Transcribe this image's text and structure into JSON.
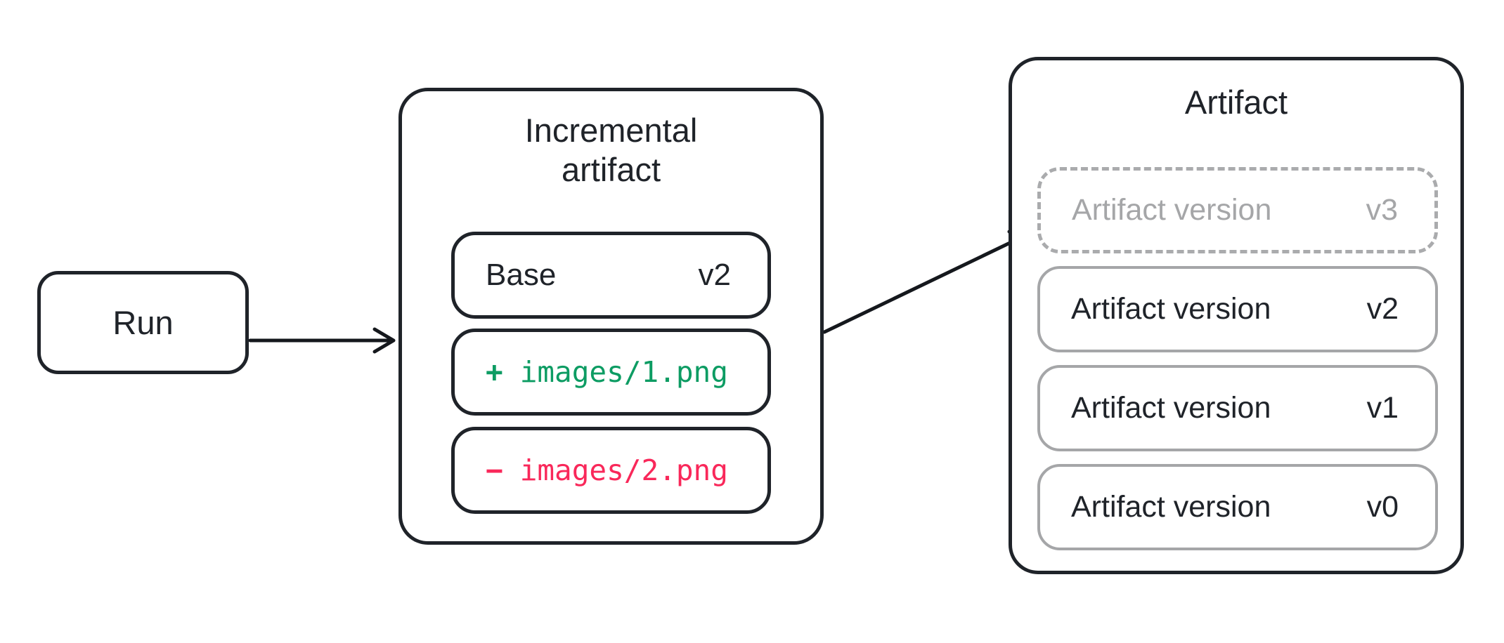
{
  "diagram": {
    "run": {
      "label": "Run"
    },
    "incremental": {
      "title": "Incremental\nartifact",
      "base": {
        "label": "Base",
        "version": "v2"
      },
      "added": {
        "op": "+",
        "path": "images/1.png"
      },
      "removed": {
        "op": "−",
        "path": "images/2.png"
      }
    },
    "artifact": {
      "title": "Artifact",
      "versions": [
        {
          "label": "Artifact version",
          "version": "v3",
          "state": "pending"
        },
        {
          "label": "Artifact version",
          "version": "v2",
          "state": "committed"
        },
        {
          "label": "Artifact version",
          "version": "v1",
          "state": "committed"
        },
        {
          "label": "Artifact version",
          "version": "v0",
          "state": "committed"
        }
      ]
    },
    "colors": {
      "outline_dark": "#1f2329",
      "outline_gray": "#a5a6a8",
      "added_green": "#0d9c63",
      "removed_red": "#f9285a",
      "pending_text_gray": "#a5a6a8"
    }
  }
}
